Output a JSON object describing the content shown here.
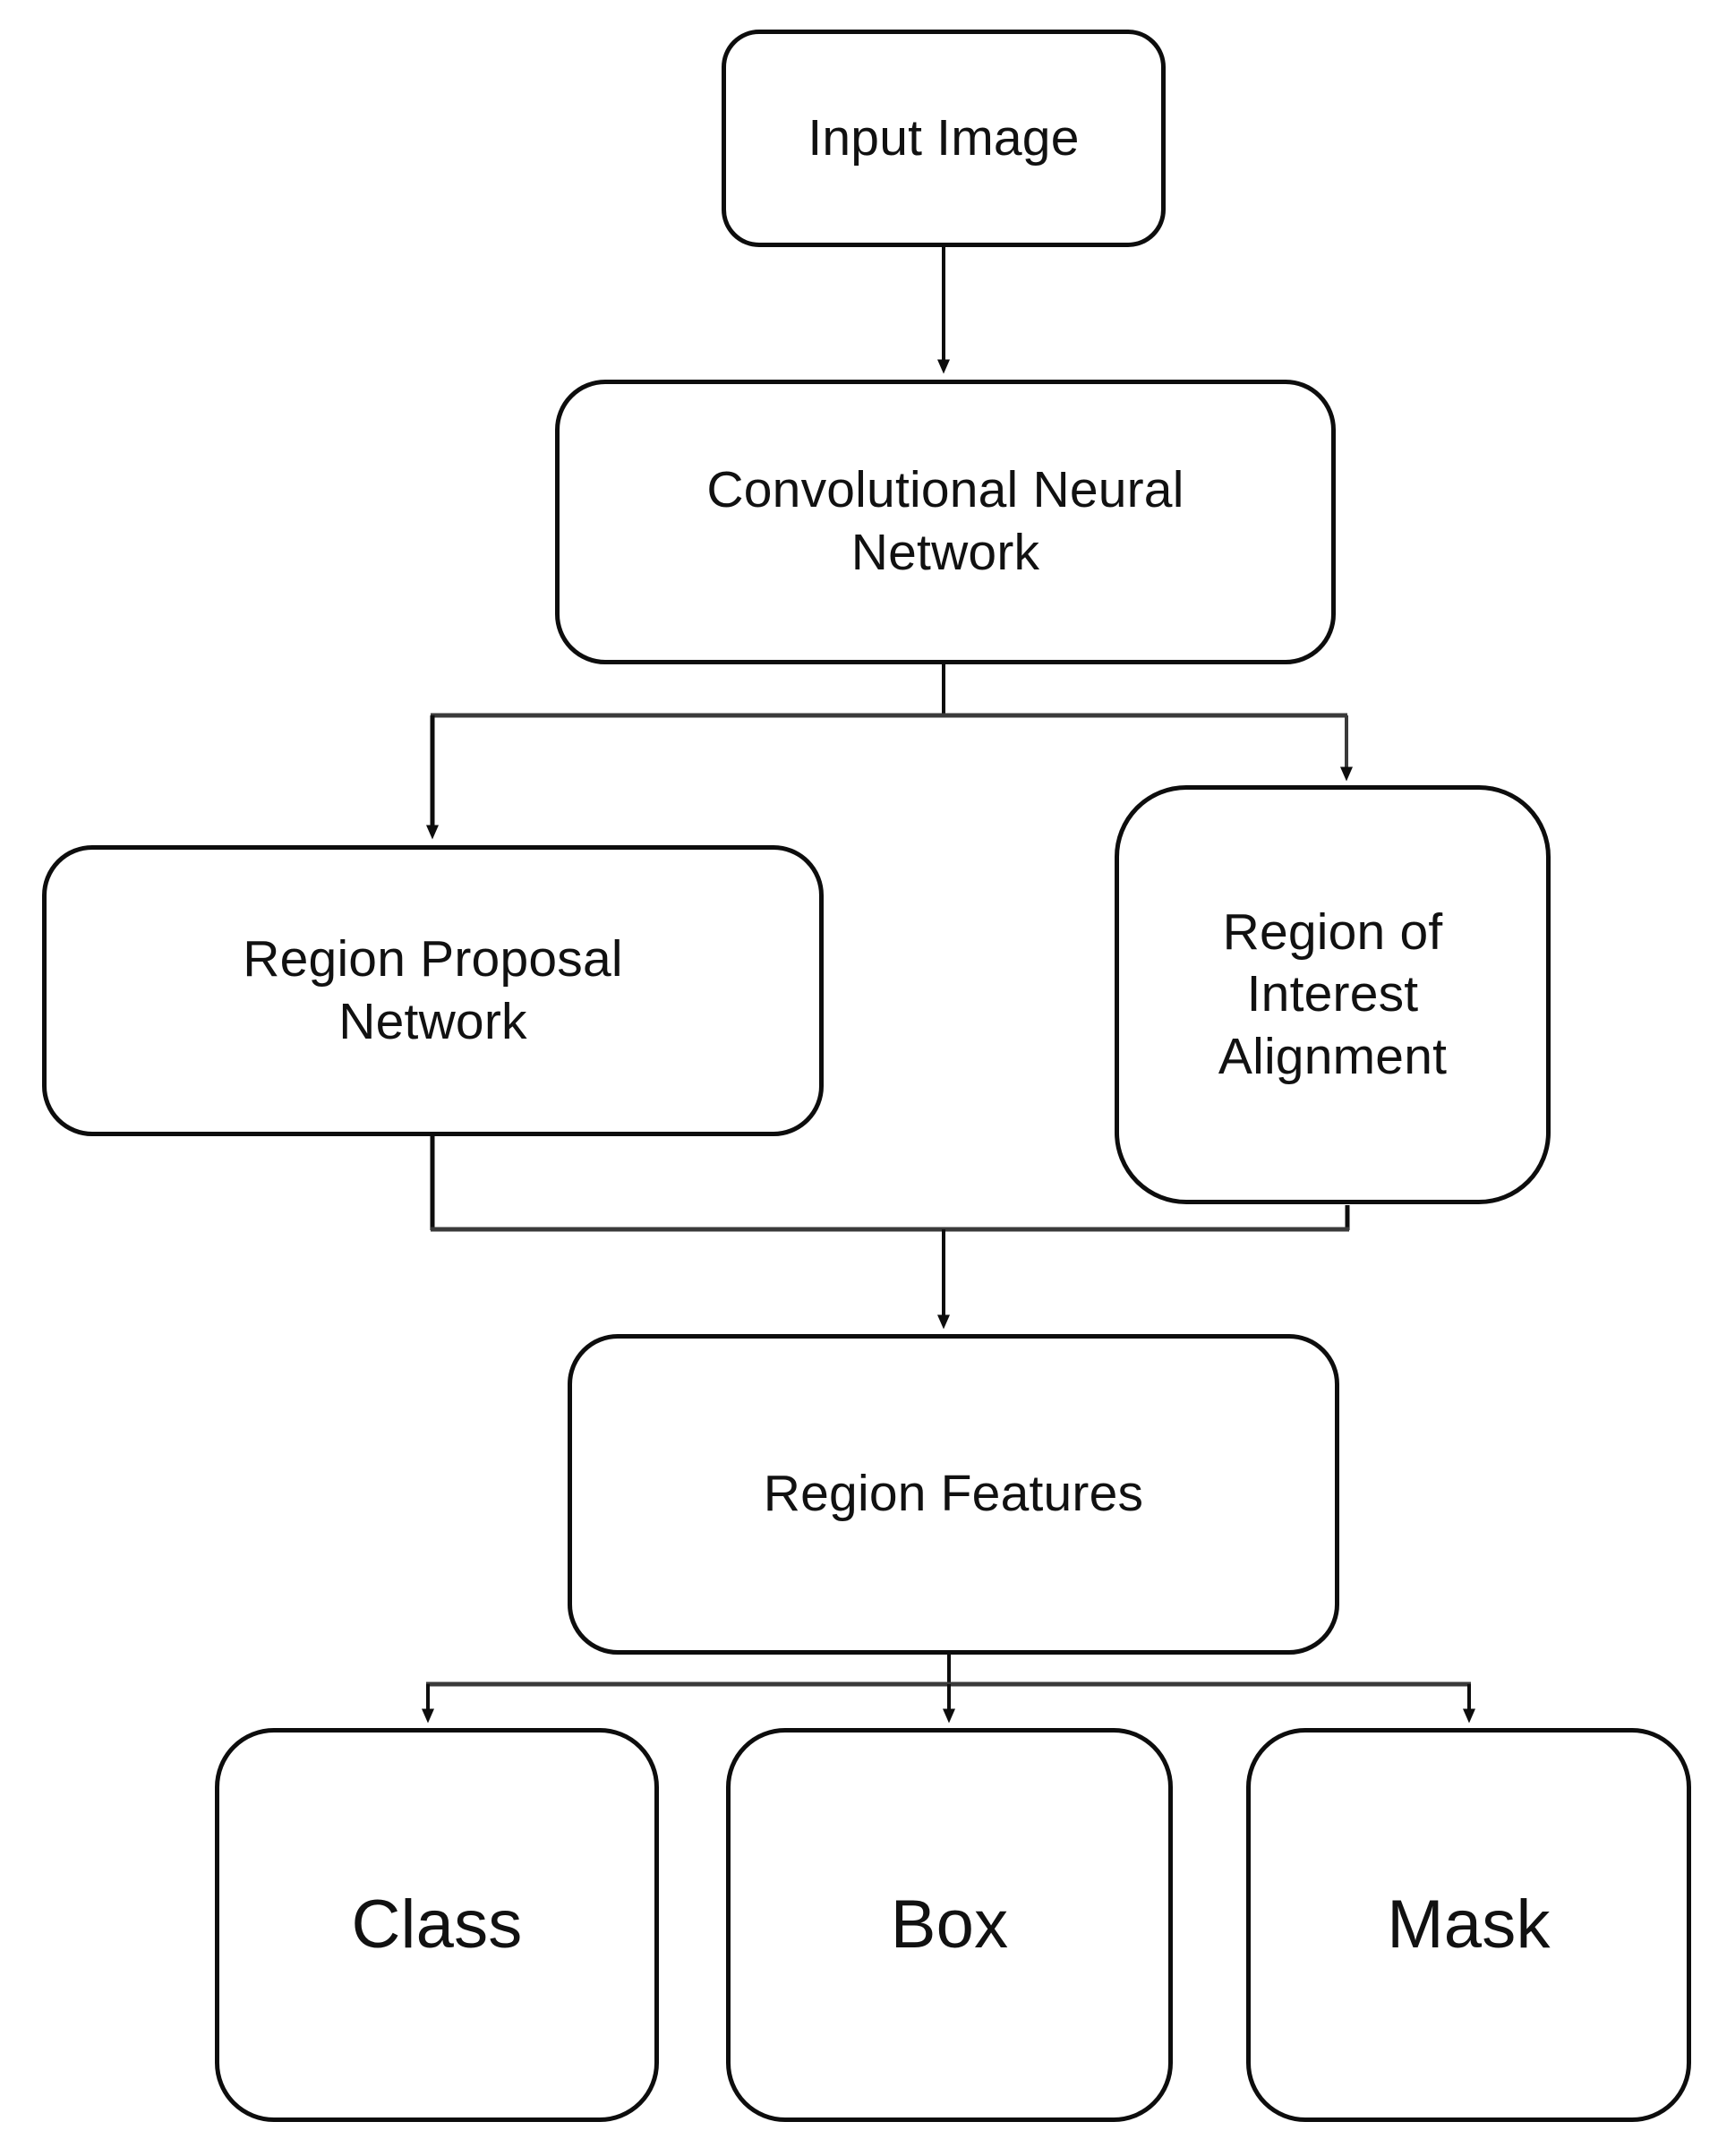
{
  "diagram": {
    "title": "Mask R-CNN architecture flowchart",
    "theme": {
      "background": "#ffffff",
      "stroke": "#0d0d0d",
      "thin_stroke": "#3a3a3a",
      "text": "#111111"
    },
    "nodes": [
      {
        "id": "input-image",
        "label": "Input Image"
      },
      {
        "id": "cnn",
        "label": "Convolutional Neural\nNetwork"
      },
      {
        "id": "rpn",
        "label": "Region Proposal\nNetwork"
      },
      {
        "id": "roi",
        "label": "Region of\nInterest\nAlignment"
      },
      {
        "id": "region-feat",
        "label": "Region Features"
      },
      {
        "id": "class",
        "label": "Class"
      },
      {
        "id": "box",
        "label": "Box"
      },
      {
        "id": "mask",
        "label": "Mask"
      }
    ],
    "edges": [
      {
        "id": "e1",
        "from": "input-image",
        "to": "cnn",
        "style": "straight-arrow"
      },
      {
        "id": "e2",
        "from": "cnn",
        "to": "rpn",
        "style": "elbow-arrow"
      },
      {
        "id": "e3",
        "from": "cnn",
        "to": "roi",
        "style": "elbow-arrow"
      },
      {
        "id": "e4",
        "from": "rpn",
        "to": "region-feat",
        "style": "elbow-merge"
      },
      {
        "id": "e5",
        "from": "roi",
        "to": "region-feat",
        "style": "elbow-merge"
      },
      {
        "id": "e6",
        "from": "region-feat",
        "to": "class",
        "style": "elbow-arrow"
      },
      {
        "id": "e7",
        "from": "region-feat",
        "to": "box",
        "style": "straight-arrow"
      },
      {
        "id": "e8",
        "from": "region-feat",
        "to": "mask",
        "style": "elbow-arrow"
      }
    ]
  }
}
